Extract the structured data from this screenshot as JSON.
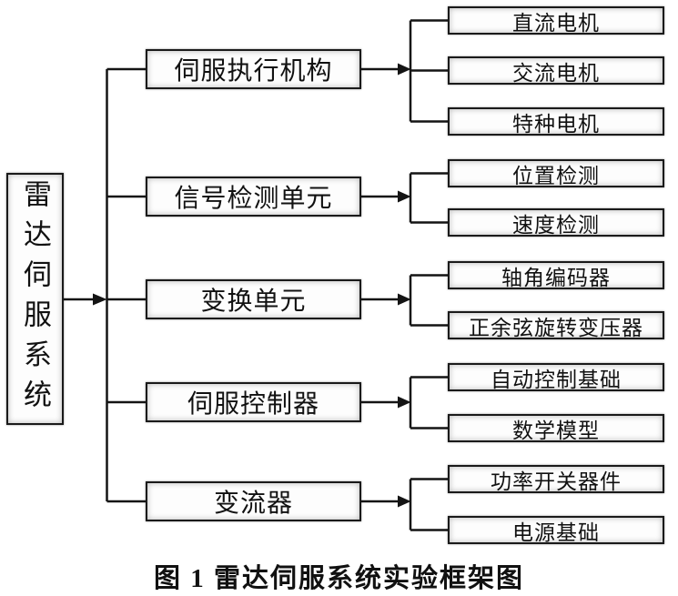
{
  "root": {
    "label": "雷达伺服系统"
  },
  "branches": [
    {
      "label": "伺服执行机构",
      "children": [
        "直流电机",
        "交流电机",
        "特种电机"
      ]
    },
    {
      "label": "信号检测单元",
      "children": [
        "位置检测",
        "速度检测"
      ]
    },
    {
      "label": "变换单元",
      "children": [
        "轴角编码器",
        "正余弦旋转变压器"
      ]
    },
    {
      "label": "伺服控制器",
      "children": [
        "自动控制基础",
        "数学模型"
      ]
    },
    {
      "label": "变流器",
      "children": [
        "功率开关器件",
        "电源基础"
      ]
    }
  ],
  "caption": "图 1 雷达伺服系统实验框架图",
  "colors": {
    "line": "#141414",
    "box_border": "#1a1a1a",
    "box_fill": "#fdfdfd",
    "text": "#111111",
    "background": "#ffffff"
  }
}
